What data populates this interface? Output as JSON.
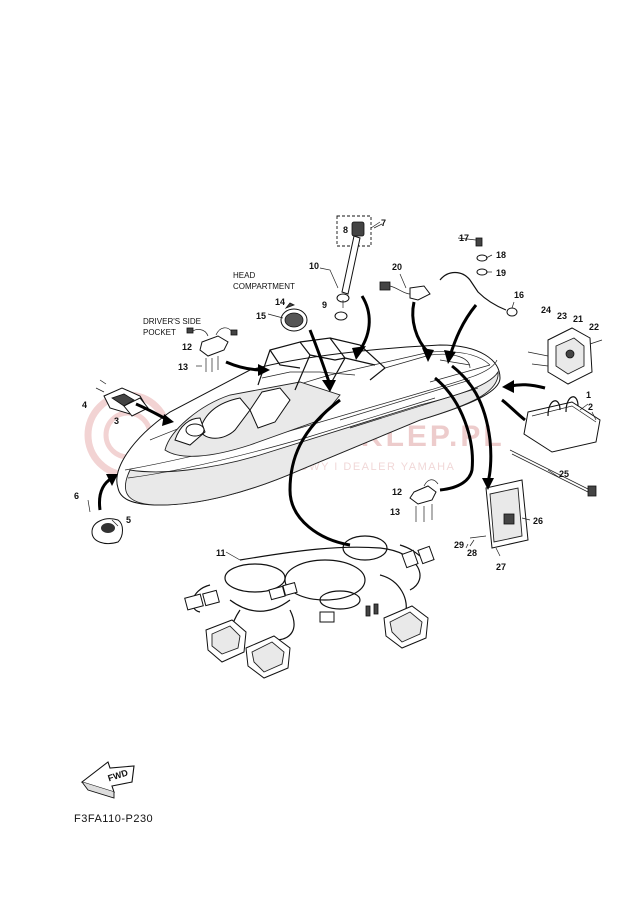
{
  "diagram": {
    "diagram_code": "F3FA110-P230",
    "fwd_label": "FWD",
    "captions": {
      "head_compartment": [
        "HEAD",
        "COMPARTMENT"
      ],
      "drivers_side_pocket": [
        "DRIVER'S SIDE",
        "POCKET"
      ]
    },
    "watermark": {
      "main": "YAMAHA-SKLEP.PL",
      "sub": "SKLEP INTERNETOWY I DEALER YAMAHA"
    },
    "part_numbers": [
      "1",
      "2",
      "3",
      "4",
      "5",
      "6",
      "7",
      "8",
      "9",
      "10",
      "11",
      "12",
      "12",
      "13",
      "13",
      "14",
      "15",
      "16",
      "17",
      "18",
      "19",
      "20",
      "21",
      "22",
      "23",
      "24",
      "25",
      "26",
      "27",
      "28",
      "29"
    ]
  }
}
